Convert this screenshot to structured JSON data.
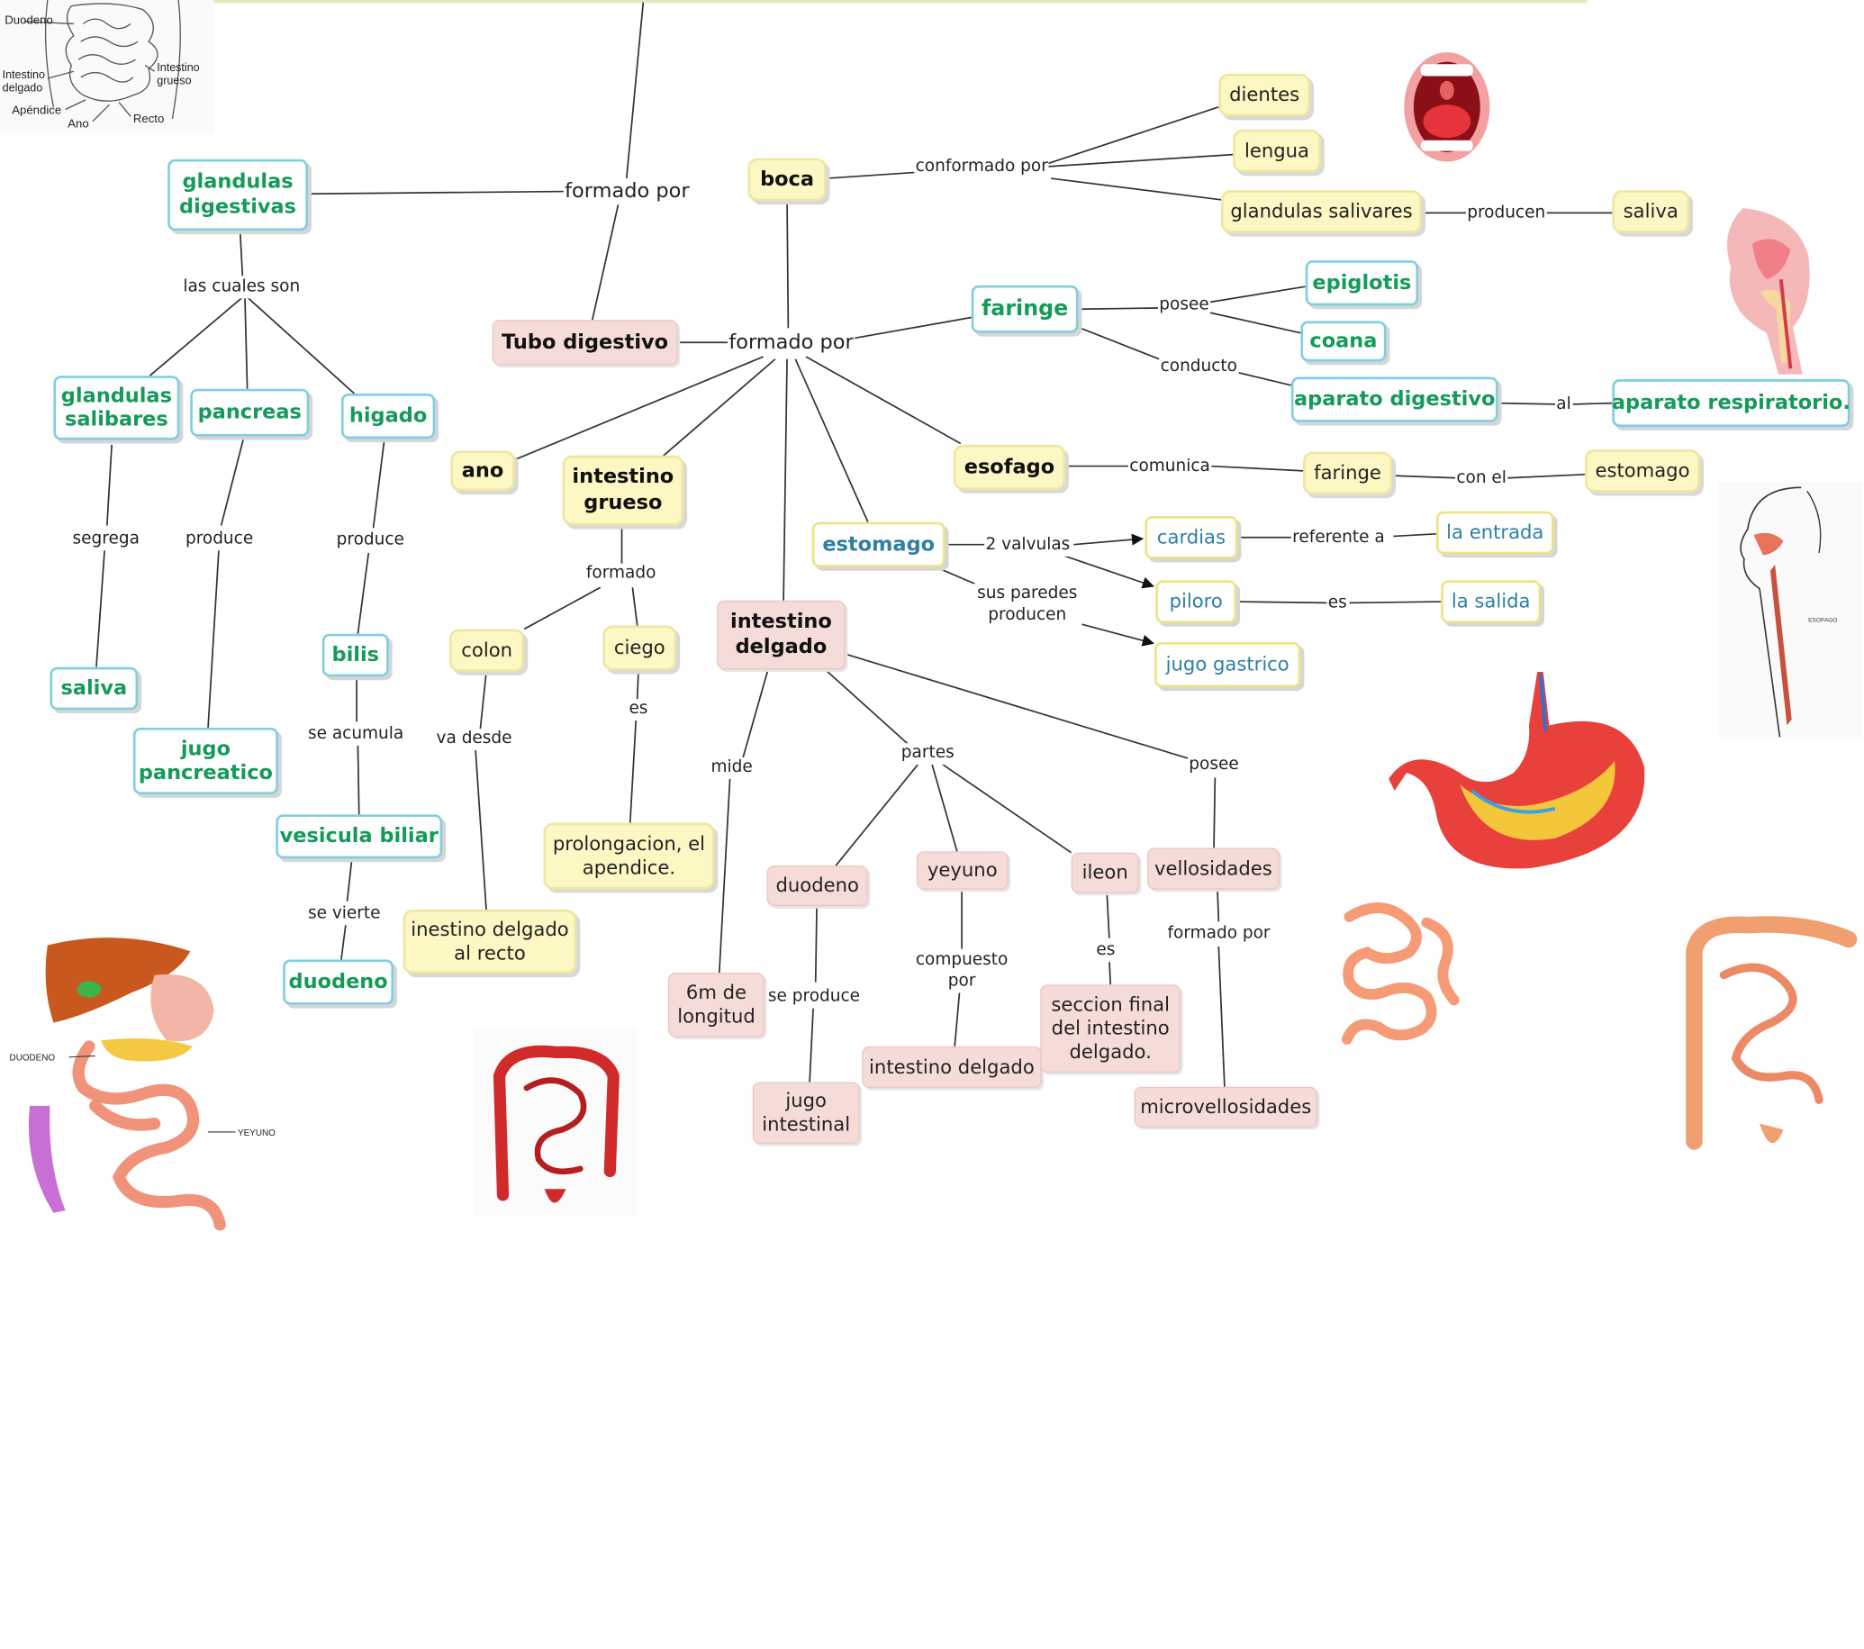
{
  "central": {
    "tubo": "Tubo digestivo",
    "glandulas": "glandulas digestivas"
  },
  "links": {
    "formado_por_top": "formado por",
    "formado_por_main": "formado por",
    "las_cuales_son": "las cuales son",
    "conformado_por": "conformado por",
    "producen": "producen",
    "posee_faringe": "posee",
    "conducto": "conducto",
    "al": "al",
    "comunica": "comunica",
    "con_el": "con el",
    "dos_valvulas": "2 valvulas",
    "referente_a": "referente a",
    "es_piloro": "es",
    "sus_paredes": "sus paredes producen",
    "formado_grueso": "formado",
    "es_ciego": "es",
    "va_desde": "va desde",
    "mide": "mide",
    "partes": "partes",
    "posee_delgado": "posee",
    "se_produce": "se produce",
    "compuesto_por": "compuesto por",
    "es_ileon": "es",
    "formado_por_vellosidades": "formado por",
    "segrega": "segrega",
    "produce_pancreas": "produce",
    "produce_higado": "produce",
    "se_acumula": "se acumula",
    "se_vierte": "se vierte"
  },
  "nodes": {
    "boca": "boca",
    "dientes": "dientes",
    "lengua": "lengua",
    "glandulas_salivares": "glandulas salivares",
    "saliva_boca": "saliva",
    "faringe": "faringe",
    "epiglotis": "epiglotis",
    "coana": "coana",
    "aparato_digestivo": "aparato digestivo",
    "aparato_respiratorio": "aparato respiratorio.",
    "esofago": "esofago",
    "faringe2": "faringe",
    "estomago2": "estomago",
    "estomago": "estomago",
    "cardias": "cardias",
    "la_entrada": "la entrada",
    "piloro": "piloro",
    "la_salida": "la salida",
    "jugo_gastrico": "jugo gastrico",
    "ano": "ano",
    "intestino_grueso": "intestino grueso",
    "colon": "colon",
    "ciego": "ciego",
    "prolongacion": "prolongacion, el apendice.",
    "inestino_recto": "inestino delgado al recto",
    "intestino_delgado": "intestino delgado",
    "seis_metros": "6m de longitud",
    "duodeno_p": "duodeno",
    "yeyuno": "yeyuno",
    "ileon": "ileon",
    "vellosidades": "vellosidades",
    "jugo_intestinal": "jugo intestinal",
    "intestino_delgado_sm": "intestino delgado",
    "seccion_final": "seccion final del intestino delgado.",
    "microvellosidades": "microvellosidades",
    "glandulas_salibares": "glandulas salibares",
    "pancreas": "pancreas",
    "higado": "higado",
    "saliva": "saliva",
    "jugo_pancreatico": "jugo pancreatico",
    "bilis": "bilis",
    "vesicula_biliar": "vesicula biliar",
    "duodeno_t": "duodeno"
  },
  "figure_labels": {
    "duodeno": "Duodeno",
    "intestino_delgado": "Intestino delgado",
    "intestino_grueso": "Intestino grueso",
    "apendice": "Apéndice",
    "ano": "Ano",
    "recto": "Recto",
    "duodeno_caps": "DUODENO",
    "yeyuno_caps": "YEYUNO",
    "esofago_caps": "ESOFAGO"
  },
  "colors": {
    "teal_text": "#169a5a",
    "teal_border": "#7fcfe0",
    "yellow_fill": "#fdf7c4",
    "pink_fill": "#f6dcd8",
    "blue_text": "#2d7fa3"
  }
}
